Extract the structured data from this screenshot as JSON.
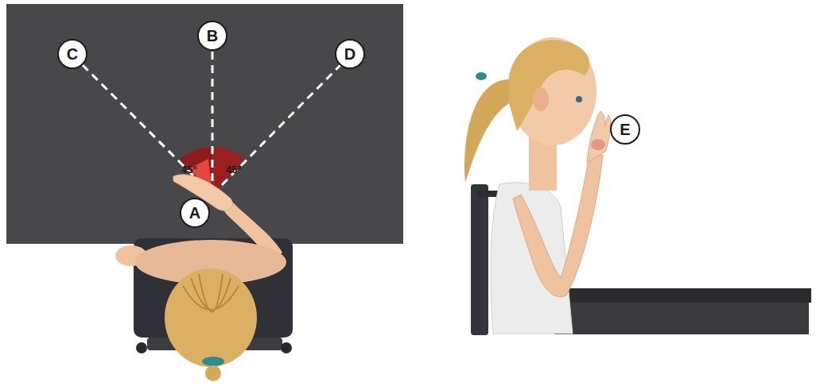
{
  "diagram": {
    "nodes": [
      {
        "text": [
          "C"
        ]
      },
      {
        "text": [
          "B"
        ]
      },
      {
        "text": [
          "D"
        ]
      },
      {
        "text": [
          "A"
        ]
      },
      {
        "text": [
          "E"
        ]
      }
    ],
    "labels": [
      "45°",
      "45°"
    ]
  }
}
